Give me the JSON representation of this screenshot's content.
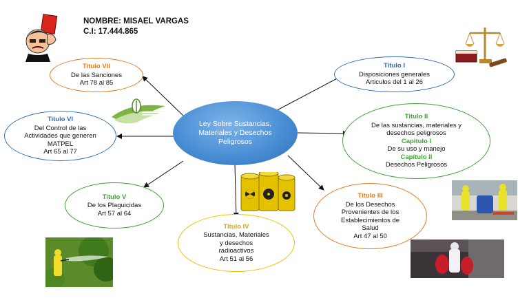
{
  "header": {
    "name_line": "NOMBRE: MISAEL VARGAS",
    "id_line": "C.I: 17.444.865"
  },
  "center": {
    "label": "Ley Sobre Sustancias, Materiales y Desechos Peligrosos"
  },
  "nodes": {
    "t1": {
      "title": "Titulo I",
      "lines": [
        "Disposiciones generales",
        "Articulos del 1 al 26"
      ]
    },
    "t2": {
      "title": "Titulo II",
      "line1": "De las sustancias, materiales y desechos peligrosos",
      "cap1": "Capitulo I",
      "cap1_text": "De su uso y manejo",
      "cap2": "Capitulo II",
      "cap2_text": "Desechos Peligrosos"
    },
    "t3": {
      "title": "Titulo III",
      "lines": [
        "De los Desechos Provenientes de los Establecimientos de Salud",
        "Art  47 al 50"
      ]
    },
    "t4": {
      "title": "Titulo IV",
      "lines": [
        "Sustancias, Materiales y desechos radioactivos",
        "Art 51 al 56"
      ]
    },
    "t5": {
      "title": "Titulo V",
      "lines": [
        "De los Plaguicidas",
        "Art 57 al 64"
      ]
    },
    "t6": {
      "title": "Titulo VI",
      "lines": [
        "Del Control de las Actividades que generen MATPEL",
        "Art 65 al 77"
      ]
    },
    "t7": {
      "title": "Titulo VII",
      "lines": [
        "De las Sanciones",
        "Art 78 al 85"
      ]
    }
  },
  "colors": {
    "orange": "#e07b22",
    "blue": "#2f6fb8",
    "green": "#3ea535",
    "yellow": "#f2c200",
    "center_fill": "#4a8fd6"
  },
  "icons": [
    "referee-red-card-icon",
    "justice-scale-icon",
    "ministry-logo-icon",
    "toxic-barrels-icon",
    "hazmat-workers-photo",
    "hazmat-worker-photo",
    "pesticide-spraying-photo"
  ]
}
